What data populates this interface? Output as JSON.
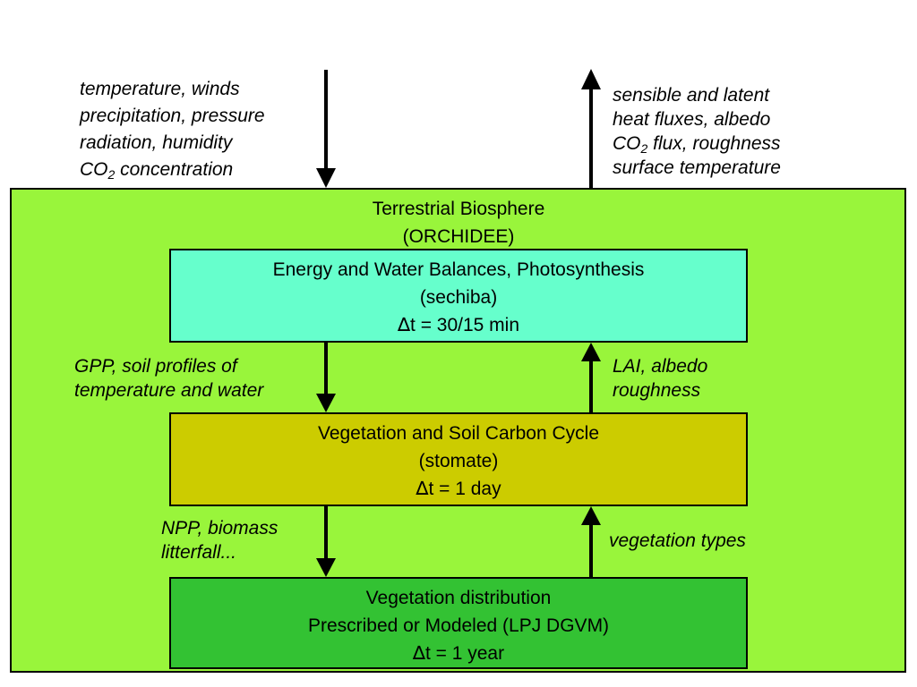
{
  "inputs": {
    "line1": "temperature, winds",
    "line2": "precipitation, pressure",
    "line3": "radiation, humidity",
    "line4_prefix": "CO",
    "line4_sub": "2",
    "line4_suffix": " concentration"
  },
  "outputs": {
    "line1": "sensible and latent",
    "line2": "heat fluxes, albedo",
    "line3_prefix": "CO",
    "line3_sub": "2",
    "line3_suffix": " flux, roughness",
    "line4": "surface temperature"
  },
  "biosphere": {
    "title_line1": "Terrestrial Biosphere",
    "title_line2": "(ORCHIDEE)"
  },
  "sechiba": {
    "line1": "Energy and Water Balances, Photosynthesis",
    "line2": "(sechiba)",
    "delta": "∆",
    "line3": "t = 30/15 min"
  },
  "stomate": {
    "line1": "Vegetation and Soil Carbon Cycle",
    "line2": "(stomate)",
    "delta": "∆",
    "line3": "t = 1 day"
  },
  "lpj": {
    "line1": "Vegetation distribution",
    "line2": "Prescribed or Modeled (LPJ DGVM)",
    "delta": "∆",
    "line3": "t = 1 year"
  },
  "flows": {
    "sechiba_to_stomate_line1": "GPP, soil profiles of",
    "sechiba_to_stomate_line2": "temperature and water",
    "stomate_to_sechiba_line1": "LAI, albedo",
    "stomate_to_sechiba_line2": "roughness",
    "stomate_to_lpj_line1": "NPP, biomass",
    "stomate_to_lpj_line2": "litterfall...",
    "lpj_to_stomate": "vegetation types"
  }
}
